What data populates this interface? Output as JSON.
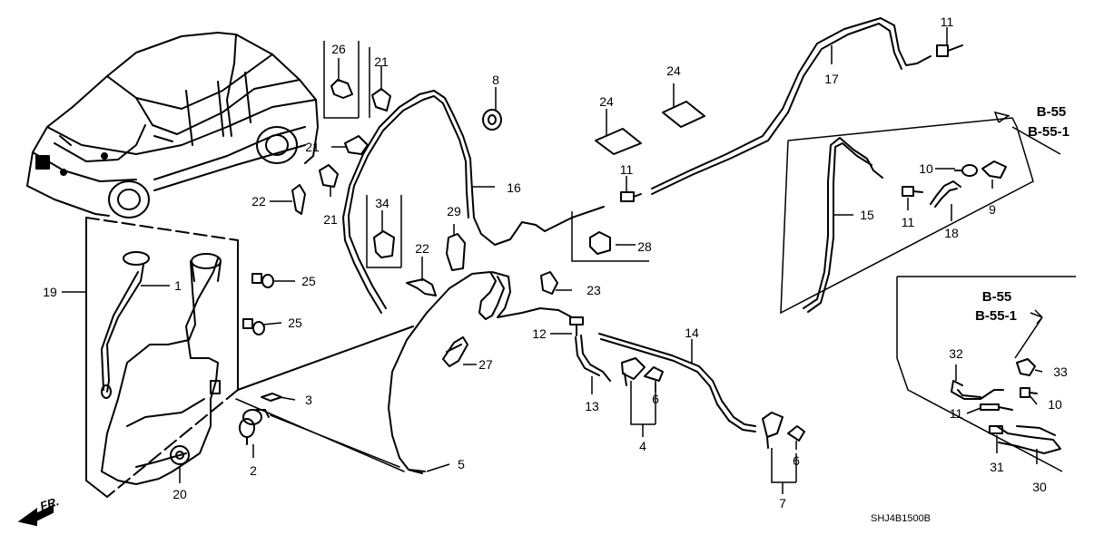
{
  "diagram": {
    "part_labels": [
      "26",
      "21",
      "21",
      "21",
      "22",
      "21",
      "34",
      "8",
      "24",
      "24",
      "16",
      "29",
      "22",
      "11",
      "28",
      "23",
      "17",
      "11",
      "10",
      "9",
      "11",
      "18",
      "15",
      "19",
      "1",
      "25",
      "25",
      "12",
      "14",
      "13",
      "6",
      "27",
      "3",
      "4",
      "2",
      "5",
      "20",
      "6",
      "7",
      "32",
      "33",
      "10",
      "11",
      "31",
      "30"
    ],
    "ref_labels": [
      "B-55",
      "B-55-1",
      "B-55",
      "B-55-1"
    ],
    "front_marker": "FR.",
    "diagram_code": "SHJ4B1500B"
  }
}
